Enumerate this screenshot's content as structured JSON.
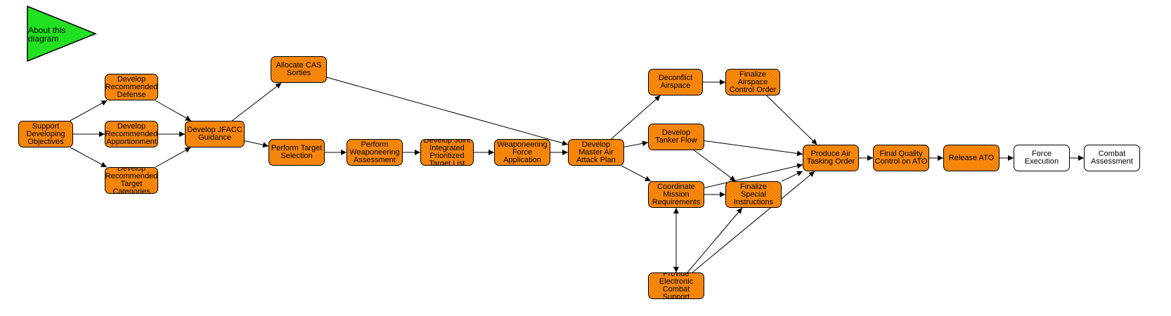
{
  "about": {
    "label": "About this diagram",
    "color": "#22e022"
  },
  "colors": {
    "process": "#ff8a0a",
    "external": "#ffffff",
    "arrow": "#000000"
  },
  "nodes": [
    {
      "id": "support-developing-objectives",
      "label": "Support Developing Objectives",
      "type": "process"
    },
    {
      "id": "develop-recommended-defense",
      "label": "Develop Recommended Defense",
      "type": "process"
    },
    {
      "id": "develop-recommended-apportionment",
      "label": "Develop Recommended Apportionment",
      "type": "process"
    },
    {
      "id": "develop-recommended-target",
      "label": "Develop Recommended Target Categories",
      "type": "process"
    },
    {
      "id": "develop-jfacc-guidance",
      "label": "Develop JFACC Guidance",
      "type": "process"
    },
    {
      "id": "allocate-cas-sorties",
      "label": "Allocate CAS Sorties",
      "type": "process"
    },
    {
      "id": "perform-target-selection",
      "label": "Perform Target Selection",
      "type": "process"
    },
    {
      "id": "perform-weaponeering-assessment",
      "label": "Perform Weaponeering Assessment",
      "type": "process"
    },
    {
      "id": "develop-joint-integrated-prioritized",
      "label": "Develop Joint Integrated Prioritized Target List",
      "type": "process"
    },
    {
      "id": "weaponeering-force-application",
      "label": "Weaponeering Force Application",
      "type": "process"
    },
    {
      "id": "develop-master-air-attack-plan",
      "label": "Develop Master Air Attack Plan",
      "type": "process"
    },
    {
      "id": "deconflict-airspace",
      "label": "Deconflict Airspace",
      "type": "process"
    },
    {
      "id": "finalize-airspace-control-order",
      "label": "Finalize Airspace Control Order",
      "type": "process"
    },
    {
      "id": "develop-tanker-flow",
      "label": "Develop Tanker Flow",
      "type": "process"
    },
    {
      "id": "coordinate-mission-requirements",
      "label": "Coordinate Mission Requirements",
      "type": "process"
    },
    {
      "id": "finalize-special-instructions",
      "label": "Finalize Special Instructions",
      "type": "process"
    },
    {
      "id": "provide-electronic-combat",
      "label": "Provide Electronic Combat Support",
      "type": "process"
    },
    {
      "id": "produce-air-tasking-order",
      "label": "Produce Air Tasking Order",
      "type": "process"
    },
    {
      "id": "final-quality-control-on-ato",
      "label": "Final Quality Control on ATO",
      "type": "process"
    },
    {
      "id": "release-ato",
      "label": "Release ATO",
      "type": "process"
    },
    {
      "id": "force-execution",
      "label": "Force Execution",
      "type": "external"
    },
    {
      "id": "combat-assessment",
      "label": "Combat Assessment",
      "type": "external"
    }
  ]
}
